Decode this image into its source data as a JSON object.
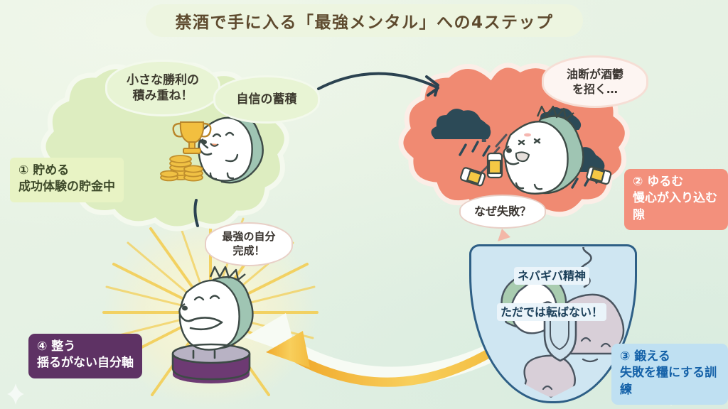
{
  "title": "禁酒で手に入る「最強メンタル」への4ステップ",
  "theme": {
    "background": "#e6f2e4",
    "title_pill": "#edf5e0",
    "title_text": "#5e4a2e",
    "step1_accent": "#e8f3c4",
    "step2_accent": "#f3907c",
    "step3_accent": "#bfe0f2",
    "step4_accent": "#5e3264",
    "arrow_gold": "#f5c13d",
    "arrow_navy": "#2b4250"
  },
  "steps": [
    {
      "number": "①",
      "name": "貯める",
      "subtitle": "成功体験の貯金中",
      "label": "①  貯める\n成功体験の貯金中",
      "bubbles": [
        "小さな勝利の\n積み重ね！",
        "自信の蓄積"
      ],
      "illustration": "hedgehog-with-trophy-and-coins"
    },
    {
      "number": "②",
      "name": "ゆるむ",
      "subtitle": "慢心が入り込む隙",
      "label": "②  ゆるむ\n慢心が入り込む隙",
      "bubbles": [
        "油断が酒鬱\nを招く…",
        "なぜ失敗？"
      ],
      "illustration": "stressed-hedgehog-with-beer-cans-and-rainclouds"
    },
    {
      "number": "③",
      "name": "鍛える",
      "subtitle": "失敗を糧にする訓練",
      "label": "③  鍛える\n失敗を糧にする訓練",
      "bubbles": [
        "ネバギバ精神",
        "ただでは転ばない！"
      ],
      "illustration": "hedgehog-with-shield-inside-shield-badge"
    },
    {
      "number": "④",
      "name": "整う",
      "subtitle": "揺るがない自分軸",
      "label": "④  整う\n揺るがない自分軸",
      "bubbles": [
        "最強の自分\n完成！"
      ],
      "illustration": "hedgehog-standing-on-pedestal-with-sunburst"
    }
  ],
  "arrows": [
    {
      "name": "arrow-step1-to-step2",
      "color": "#2b4250",
      "direction": "right"
    },
    {
      "name": "arrow-step2-to-step3",
      "color": "#2b4250",
      "direction": "down"
    },
    {
      "name": "arrow-step3-to-step4",
      "color": "#f5c13d",
      "direction": "left"
    },
    {
      "name": "arrow-step4-to-step1",
      "color": "#2b4250",
      "direction": "up"
    }
  ]
}
